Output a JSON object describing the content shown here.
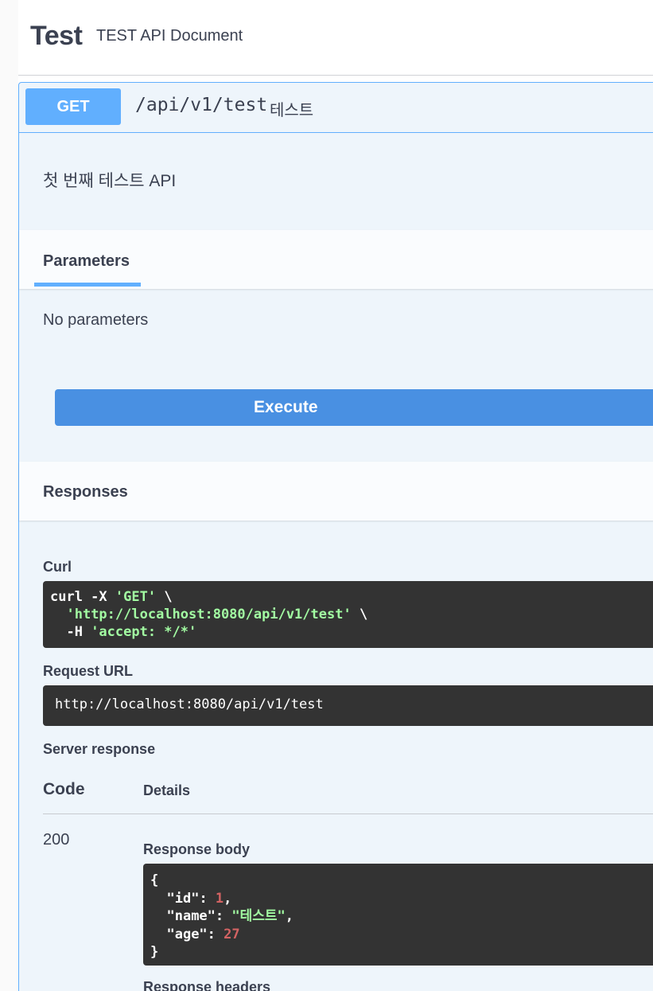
{
  "header": {
    "title": "Test",
    "subtitle": "TEST API Document"
  },
  "operation": {
    "method": "GET",
    "path": "/api/v1/test",
    "summary": "테스트",
    "description": "첫 번째 테스트 API"
  },
  "parameters": {
    "tab_label": "Parameters",
    "empty_text": "No parameters"
  },
  "execute_label": "Execute",
  "responses": {
    "header": "Responses",
    "curl_label": "Curl",
    "curl": {
      "line1_cmd": "curl -X ",
      "line1_method": "'GET'",
      "line1_tail": " \\",
      "line2_url": "'http://localhost:8080/api/v1/test'",
      "line2_tail": " \\",
      "line3_flag": "  -H ",
      "line3_value": "'accept: */*'"
    },
    "request_url_label": "Request URL",
    "request_url": "http://localhost:8080/api/v1/test",
    "server_response_label": "Server response",
    "col_code": "Code",
    "col_details": "Details",
    "status_code": "200",
    "response_body_label": "Response body",
    "response_body": {
      "open": "{",
      "id_key": "\"id\"",
      "id_value": "1",
      "name_key": "\"name\"",
      "name_value": "\"테스트\"",
      "age_key": "\"age\"",
      "age_value": "27",
      "close": "}"
    },
    "response_headers_label": "Response headers"
  },
  "colors": {
    "get_accent": "#61affe",
    "execute": "#4990e2",
    "code_bg": "#333333",
    "string": "#a2fca2",
    "number": "#d36363"
  }
}
